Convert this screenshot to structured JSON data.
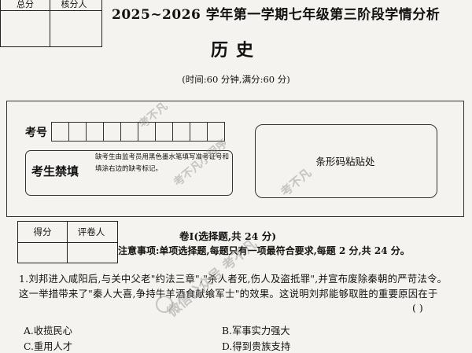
{
  "score_table": {
    "col1": "总分",
    "col2": "核分人"
  },
  "header": {
    "exam_title": "2025~2026 学年第一学期七年级第三阶段学情分析",
    "subject": "历史",
    "time_info": "(时间:60 分钟,满分:60 分)"
  },
  "info_box": {
    "exam_no_label": "考号",
    "exam_no_cells": 10,
    "forbidden_label": "考生禁填",
    "forbidden_note": "缺考生由监考员用黑色墨水笔填写准考证号和填涂右边的缺考标记。",
    "barcode_label": "条形码粘贴处"
  },
  "grade_table": {
    "col1": "得分",
    "col2": "评卷人"
  },
  "section": {
    "title": "卷Ⅰ(选择题,共 24 分)",
    "notice": "注意事项:单项选择题,每题只有一项最符合要求,每题 2 分,共 24 分。"
  },
  "question1": {
    "text": "1.刘邦进入咸阳后,与关中父老\"约法三章\",\"杀人者死,伤人及盗抵罪\",并宣布废除秦朝的严苛法令。这一举措带来了\"秦人大喜,争持牛羊酒食献飨军士\"的效果。这说明刘邦能够取胜的重要原因在于",
    "blank": "(      )",
    "options": {
      "A": "A.收揽民心",
      "B": "B.军事实力强大",
      "C": "C.重用人才",
      "D": "D.得到贵族支持"
    }
  },
  "watermark": {
    "text1": "考不凡",
    "text2": "考不凡小程序",
    "text3": "考不凡",
    "text4": "微信公众号 考不凡"
  }
}
